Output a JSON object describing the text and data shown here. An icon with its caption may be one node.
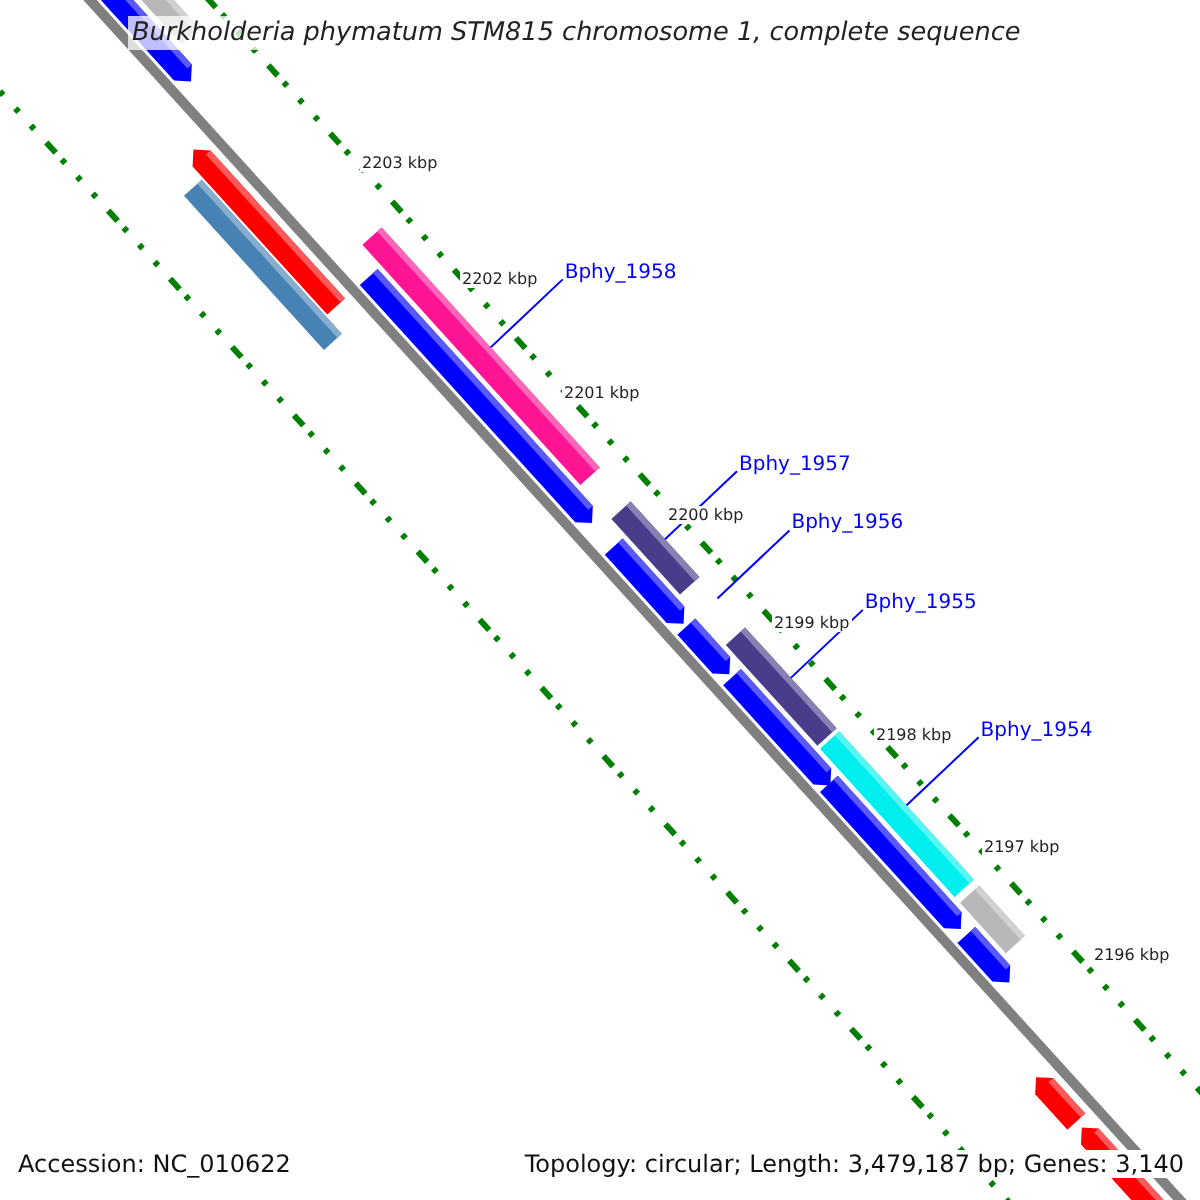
{
  "diagram": {
    "title": "Burkholderia phymatum STM815 chromosome 1, complete sequence",
    "nodes": [
      {
        "text": [
          "Bphy_1958"
        ]
      },
      {
        "text": [],
        "shape": "bar"
      },
      {
        "text": [
          "Bphy_1957"
        ]
      },
      {
        "text": [],
        "shape": "bar"
      },
      {
        "text": [
          "Bphy_1956"
        ]
      },
      {
        "text": [
          "Bphy_1955"
        ]
      },
      {
        "text": [],
        "shape": "bar"
      },
      {
        "text": [
          "Bphy_1954"
        ]
      },
      {
        "text": [],
        "shape": "bar"
      }
    ],
    "edges": [
      {
        "from": 0,
        "to": 1,
        "arrow": "none"
      },
      {
        "from": 2,
        "to": 3,
        "arrow": "none"
      },
      {
        "from": 4,
        "to": null,
        "arrow": "none"
      },
      {
        "from": 5,
        "to": 6,
        "arrow": "none"
      },
      {
        "from": 7,
        "to": 8,
        "arrow": "none"
      }
    ],
    "labels": [
      "2203 kbp",
      "2202 kbp",
      "2201 kbp",
      "2200 kbp",
      "2199 kbp",
      "2198 kbp",
      "2197 kbp",
      "2196 kbp",
      "Accession: NC_010622",
      "Topology: circular; Length: 3,479,187 bp; Genes: 3,140"
    ]
  }
}
